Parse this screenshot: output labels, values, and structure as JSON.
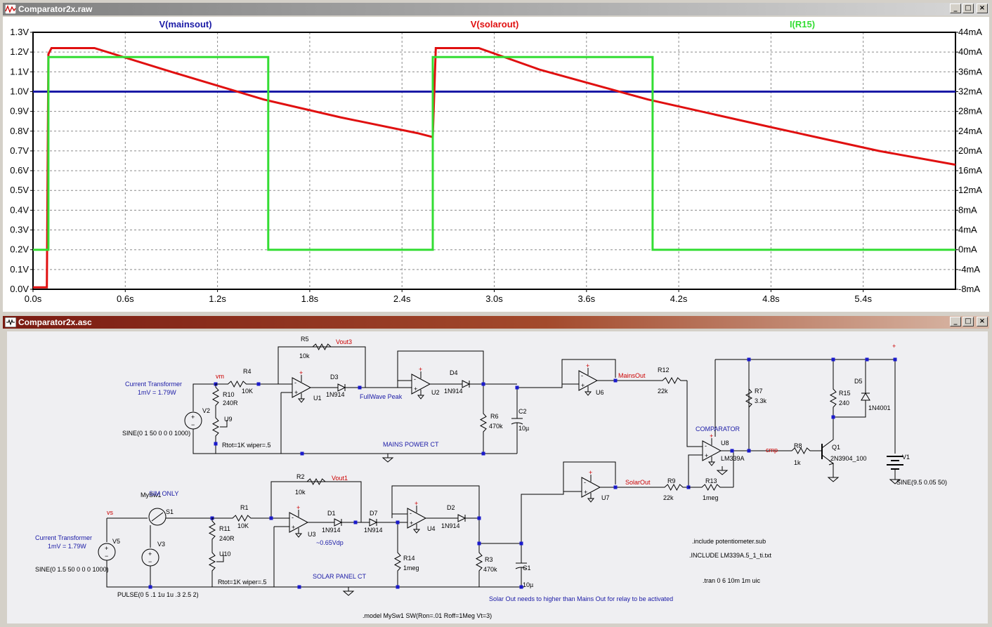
{
  "plot_window": {
    "title": "Comparator2x.raw",
    "traces": [
      {
        "label": "V(mainsout)",
        "color": "#1a1aa6"
      },
      {
        "label": "V(solarout)",
        "color": "#e01010"
      },
      {
        "label": "I(R15)",
        "color": "#33dd33"
      }
    ],
    "left_axis": [
      "1.3V",
      "1.2V",
      "1.1V",
      "1.0V",
      "0.9V",
      "0.8V",
      "0.7V",
      "0.6V",
      "0.5V",
      "0.4V",
      "0.3V",
      "0.2V",
      "0.1V",
      "0.0V"
    ],
    "right_axis": [
      "44mA",
      "40mA",
      "36mA",
      "32mA",
      "28mA",
      "24mA",
      "20mA",
      "16mA",
      "12mA",
      "8mA",
      "4mA",
      "0mA",
      "-4mA",
      "-8mA"
    ],
    "x_axis": [
      "0.0s",
      "0.6s",
      "1.2s",
      "1.8s",
      "2.4s",
      "3.0s",
      "3.6s",
      "4.2s",
      "4.8s",
      "5.4s"
    ]
  },
  "chart_data": {
    "type": "line",
    "xlabel": "",
    "x_ticks": [
      "0.0s",
      "0.6s",
      "1.2s",
      "1.8s",
      "2.4s",
      "3.0s",
      "3.6s",
      "4.2s",
      "4.8s",
      "5.4s"
    ],
    "xlim": [
      0,
      6.0
    ],
    "ylim_left": [
      0.0,
      1.3
    ],
    "ylim_right": [
      -8,
      44
    ],
    "grid": true,
    "series": [
      {
        "name": "V(mainsout)",
        "axis": "left",
        "unit": "V",
        "points": [
          [
            0.0,
            1.0
          ],
          [
            6.0,
            1.0
          ]
        ]
      },
      {
        "name": "V(solarout)",
        "axis": "left",
        "unit": "V",
        "points": [
          [
            0.0,
            0.01
          ],
          [
            0.09,
            0.01
          ],
          [
            0.1,
            1.19
          ],
          [
            0.12,
            1.22
          ],
          [
            0.4,
            1.22
          ],
          [
            0.9,
            1.1
          ],
          [
            1.5,
            0.96
          ],
          [
            2.0,
            0.87
          ],
          [
            2.5,
            0.79
          ],
          [
            2.6,
            0.77
          ],
          [
            2.62,
            1.22
          ],
          [
            2.9,
            1.22
          ],
          [
            3.3,
            1.11
          ],
          [
            4.0,
            0.96
          ],
          [
            4.8,
            0.82
          ],
          [
            5.5,
            0.7
          ],
          [
            6.0,
            0.63
          ]
        ]
      },
      {
        "name": "I(R15)",
        "axis": "right",
        "unit": "mA",
        "points": [
          [
            0.0,
            0
          ],
          [
            0.1,
            0
          ],
          [
            0.1,
            39
          ],
          [
            1.53,
            39
          ],
          [
            1.53,
            0
          ],
          [
            2.6,
            0
          ],
          [
            2.6,
            39
          ],
          [
            4.03,
            39
          ],
          [
            4.03,
            0
          ],
          [
            6.0,
            0
          ]
        ]
      }
    ]
  },
  "schematic_window": {
    "title": "Comparator2x.asc",
    "labels": {
      "ct1_title": "Current Transformer",
      "ct1_sub": "1mV = 1.79W",
      "ct2_title": "Current Transformer",
      "ct2_sub": "1mV = 1.79W",
      "sim_only": "SIM ONLY",
      "comparator": "COMPARATOR",
      "mains_ct": "MAINS POWER CT",
      "solar_ct": "SOLAR PANEL CT",
      "fullwave": "FullWave Peak",
      "vdrop": "~0.65Vdp",
      "note": "Solar Out needs to higher than  Mains Out for relay to be activated"
    },
    "nets": {
      "vm": "vm",
      "vs": "vs",
      "vout3": "Vout3",
      "vout1": "Vout1",
      "mainsout": "MainsOut",
      "solarout": "SolarOut",
      "cmp": "cmp",
      "vplus": "+"
    },
    "directives": {
      "inc1": ".include potentiometer.sub",
      "inc2": ".INCLUDE LM339A.5_1_ti.txt",
      "tran": ".tran 0 6 10m 1m uic",
      "model": ".model MySw1  SW(Ron=.01 Roff=1Meg Vt=3)",
      "v2": "SINE(0 1 50 0 0 0 1000)",
      "v5": "SINE(0 1.5 50 0 0 0 1000)",
      "v3": "PULSE(0 5 .1 1u 1u .3 2.5 2)",
      "v1": "SINE(9.5 0.05 50)",
      "u9": "Rtot=1K wiper=.5",
      "u10": "Rtot=1K wiper=.5"
    },
    "parts": {
      "R5": [
        "R5",
        "10k"
      ],
      "R4": [
        "R4",
        "10K"
      ],
      "R10": [
        "R10",
        "240R"
      ],
      "U1": [
        "U1"
      ],
      "D3": [
        "D3",
        "1N914"
      ],
      "D4": [
        "D4",
        "1N914"
      ],
      "U2": [
        "U2"
      ],
      "R6": [
        "R6",
        "470k"
      ],
      "C2": [
        "C2",
        "10µ"
      ],
      "U6": [
        "U6"
      ],
      "R12": [
        "R12",
        "22k"
      ],
      "R7": [
        "R7",
        "3.3k"
      ],
      "U8": [
        "U8",
        "LM339A"
      ],
      "R8": [
        "R8",
        "1k"
      ],
      "Q1": [
        "Q1",
        "2N3904_100"
      ],
      "R15": [
        "R15",
        "240"
      ],
      "D5": [
        "D5",
        "1N4001"
      ],
      "V1": [
        "V1"
      ],
      "V2": [
        "V2"
      ],
      "U9": [
        "U9"
      ],
      "R2": [
        "R2",
        "10k"
      ],
      "R1": [
        "R1",
        "10K"
      ],
      "R11": [
        "R11",
        "240R"
      ],
      "U3": [
        "U3"
      ],
      "D1": [
        "D1",
        "1N914"
      ],
      "D7": [
        "D7",
        "1N914"
      ],
      "D2": [
        "D2",
        "1N914"
      ],
      "U4": [
        "U4"
      ],
      "R14": [
        "R14",
        "1meg"
      ],
      "R3": [
        "R3",
        "470k"
      ],
      "C1": [
        "C1",
        "10µ"
      ],
      "U7": [
        "U7"
      ],
      "R9": [
        "R9",
        "22k"
      ],
      "R13": [
        "R13",
        "1meg"
      ],
      "V5": [
        "V5"
      ],
      "V3": [
        "V3"
      ],
      "S1": [
        "S1",
        "MySw1"
      ],
      "U10": [
        "U10"
      ]
    }
  }
}
